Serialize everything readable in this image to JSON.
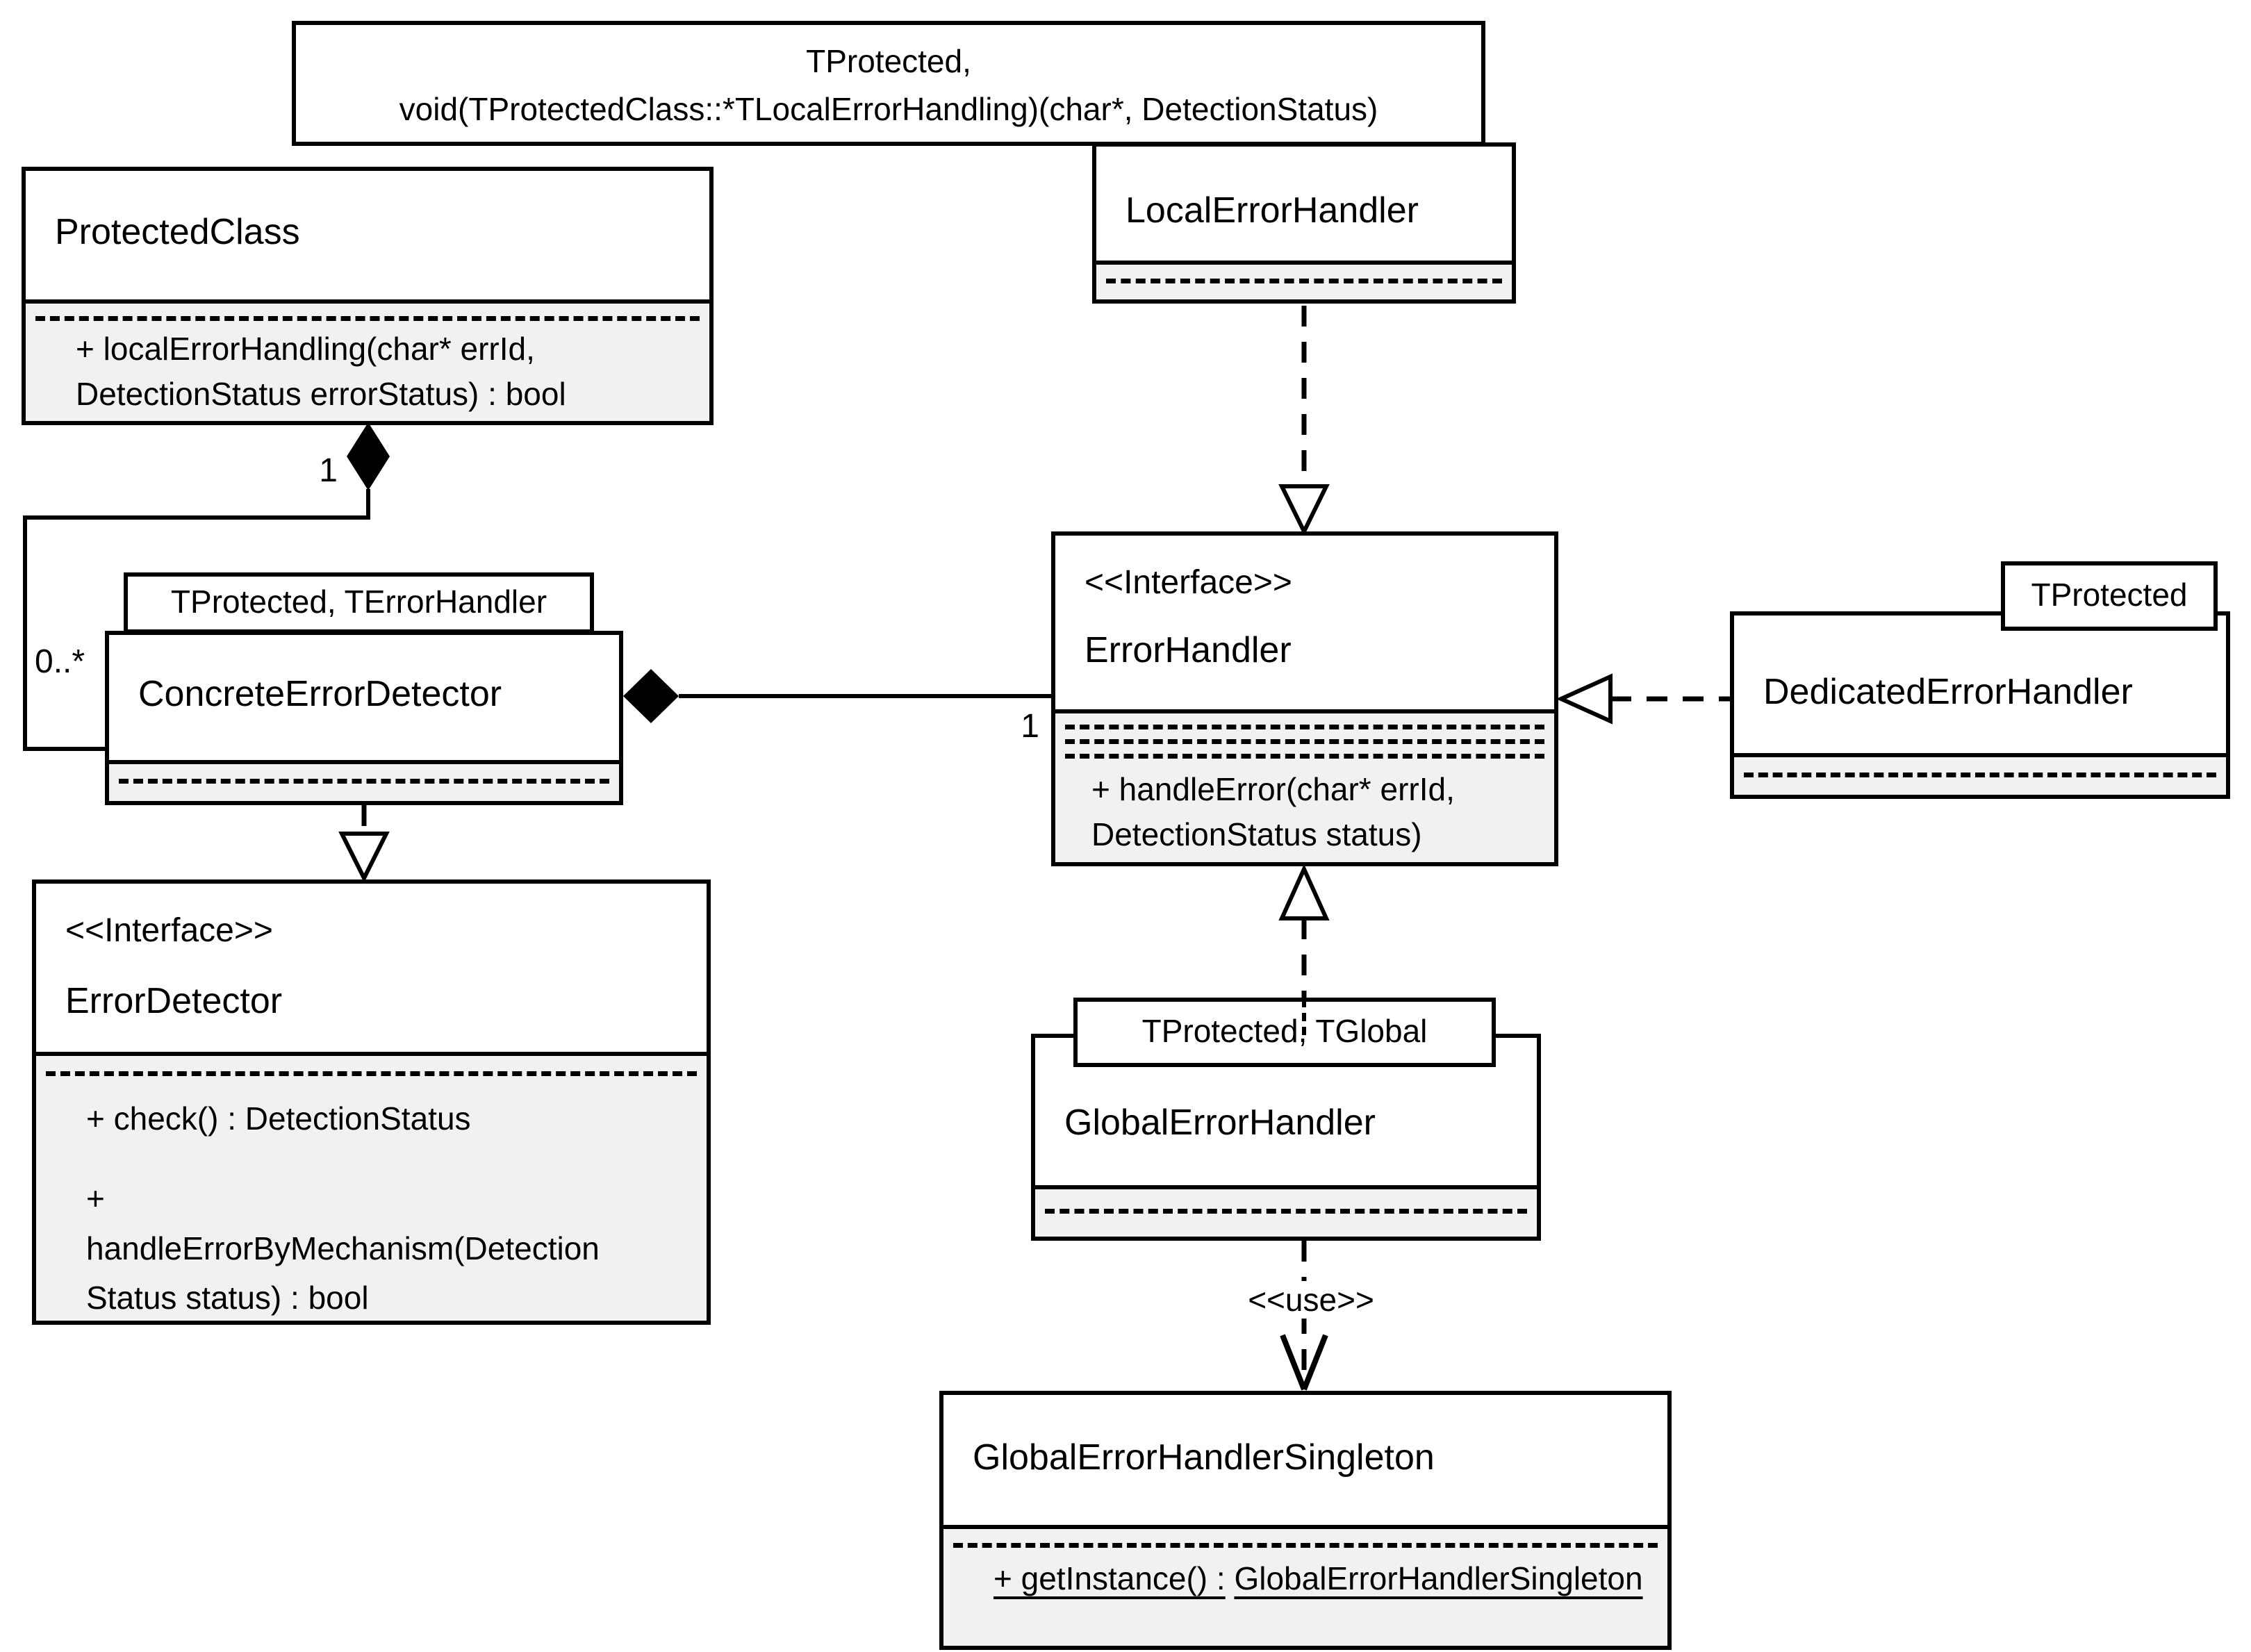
{
  "templates": {
    "local_params_line1": "TProtected,",
    "local_params_line2": "void(TProtectedClass::*TLocalErrorHandling)(char*, DetectionStatus)",
    "concrete_params": "TProtected, TErrorHandler",
    "dedicated_params": "TProtected",
    "global_params": "TProtected, TGlobal"
  },
  "classes": {
    "protected_class": {
      "name": "ProtectedClass",
      "op1": "+ localErrorHandling(char* errId,",
      "op2": "DetectionStatus errorStatus) : bool"
    },
    "local_error_handler": {
      "name": "LocalErrorHandler"
    },
    "concrete_error_detector": {
      "name": "ConcreteErrorDetector"
    },
    "error_handler": {
      "stereotype": "<<Interface>>",
      "name": "ErrorHandler",
      "op1": "+ handleError(char* errId,",
      "op2": "DetectionStatus status)"
    },
    "dedicated_error_handler": {
      "name": "DedicatedErrorHandler"
    },
    "error_detector": {
      "stereotype": "<<Interface>>",
      "name": "ErrorDetector",
      "op1": "+ check() : DetectionStatus",
      "op2": "+",
      "op3": "handleErrorByMechanism(Detection",
      "op4": "Status status) : bool"
    },
    "global_error_handler": {
      "name": "GlobalErrorHandler"
    },
    "global_error_handler_singleton": {
      "name": "GlobalErrorHandlerSingleton",
      "op1": "+ getInstance() :",
      "op2": "GlobalErrorHandlerSingleton"
    }
  },
  "labels": {
    "mult_protected_end": "1",
    "mult_detector_end": "0..*",
    "mult_handler_end": "1",
    "use_stereotype": "<<use>>"
  },
  "colors": {
    "line": "#000000",
    "box_fill": "#ffffff",
    "member_fill": "#f1f1f1"
  }
}
